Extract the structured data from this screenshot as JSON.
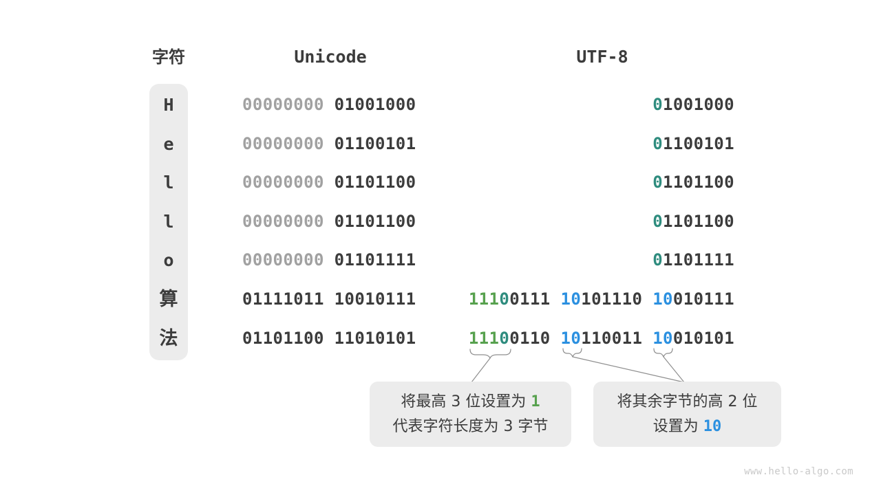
{
  "colors": {
    "text_dark": "#3c3c3c",
    "text_gray": "#a1a1a1",
    "bit_green": "#57a14e",
    "bit_teal": "#2e8c7e",
    "bit_blue": "#2b90e0",
    "box_bg": "#ececec",
    "line_gray": "#8f8f8f",
    "watermark_gray": "#c9c9c9"
  },
  "table": {
    "headers": {
      "char": "字符",
      "unicode": "Unicode",
      "utf8": "UTF-8"
    },
    "rows": [
      {
        "char": "H",
        "cjk": false,
        "unicode": [
          {
            "t": "00000000",
            "c": "gray"
          },
          {
            "t": " ",
            "c": "dark"
          },
          {
            "t": "01001000",
            "c": "dark"
          }
        ],
        "utf8": [
          {
            "t": "0",
            "c": "teal"
          },
          {
            "t": "1001000",
            "c": "dark"
          }
        ]
      },
      {
        "char": "e",
        "cjk": false,
        "unicode": [
          {
            "t": "00000000",
            "c": "gray"
          },
          {
            "t": " ",
            "c": "dark"
          },
          {
            "t": "01100101",
            "c": "dark"
          }
        ],
        "utf8": [
          {
            "t": "0",
            "c": "teal"
          },
          {
            "t": "1100101",
            "c": "dark"
          }
        ]
      },
      {
        "char": "l",
        "cjk": false,
        "unicode": [
          {
            "t": "00000000",
            "c": "gray"
          },
          {
            "t": " ",
            "c": "dark"
          },
          {
            "t": "01101100",
            "c": "dark"
          }
        ],
        "utf8": [
          {
            "t": "0",
            "c": "teal"
          },
          {
            "t": "1101100",
            "c": "dark"
          }
        ]
      },
      {
        "char": "l",
        "cjk": false,
        "unicode": [
          {
            "t": "00000000",
            "c": "gray"
          },
          {
            "t": " ",
            "c": "dark"
          },
          {
            "t": "01101100",
            "c": "dark"
          }
        ],
        "utf8": [
          {
            "t": "0",
            "c": "teal"
          },
          {
            "t": "1101100",
            "c": "dark"
          }
        ]
      },
      {
        "char": "o",
        "cjk": false,
        "unicode": [
          {
            "t": "00000000",
            "c": "gray"
          },
          {
            "t": " ",
            "c": "dark"
          },
          {
            "t": "01101111",
            "c": "dark"
          }
        ],
        "utf8": [
          {
            "t": "0",
            "c": "teal"
          },
          {
            "t": "1101111",
            "c": "dark"
          }
        ]
      },
      {
        "char": "算",
        "cjk": true,
        "unicode": [
          {
            "t": "01111011 10010111",
            "c": "dark"
          }
        ],
        "utf8": [
          {
            "t": "111",
            "c": "green"
          },
          {
            "t": "0",
            "c": "teal"
          },
          {
            "t": "0111",
            "c": "dark"
          },
          {
            "t": " ",
            "c": "dark"
          },
          {
            "t": "10",
            "c": "blue"
          },
          {
            "t": "101110",
            "c": "dark"
          },
          {
            "t": " ",
            "c": "dark"
          },
          {
            "t": "10",
            "c": "blue"
          },
          {
            "t": "010111",
            "c": "dark"
          }
        ]
      },
      {
        "char": "法",
        "cjk": true,
        "unicode": [
          {
            "t": "01101100 11010101",
            "c": "dark"
          }
        ],
        "utf8": [
          {
            "t": "111",
            "c": "green"
          },
          {
            "t": "0",
            "c": "teal"
          },
          {
            "t": "0110",
            "c": "dark"
          },
          {
            "t": " ",
            "c": "dark"
          },
          {
            "t": "10",
            "c": "blue"
          },
          {
            "t": "110011",
            "c": "dark"
          },
          {
            "t": " ",
            "c": "dark"
          },
          {
            "t": "10",
            "c": "blue"
          },
          {
            "t": "010101",
            "c": "dark"
          }
        ]
      }
    ]
  },
  "notes": {
    "left": {
      "lines": [
        [
          {
            "t": "将最高 3 位设置为 ",
            "c": "dark"
          },
          {
            "t": "1",
            "c": "green",
            "mono": true
          }
        ],
        [
          {
            "t": "代表字符长度为 3 字节",
            "c": "dark"
          }
        ]
      ]
    },
    "right": {
      "lines": [
        [
          {
            "t": "将其余字节的高 2 位",
            "c": "dark"
          }
        ],
        [
          {
            "t": "设置为 ",
            "c": "dark"
          },
          {
            "t": "10",
            "c": "blue",
            "mono": true
          }
        ]
      ]
    }
  },
  "watermark": "www.hello-algo.com"
}
